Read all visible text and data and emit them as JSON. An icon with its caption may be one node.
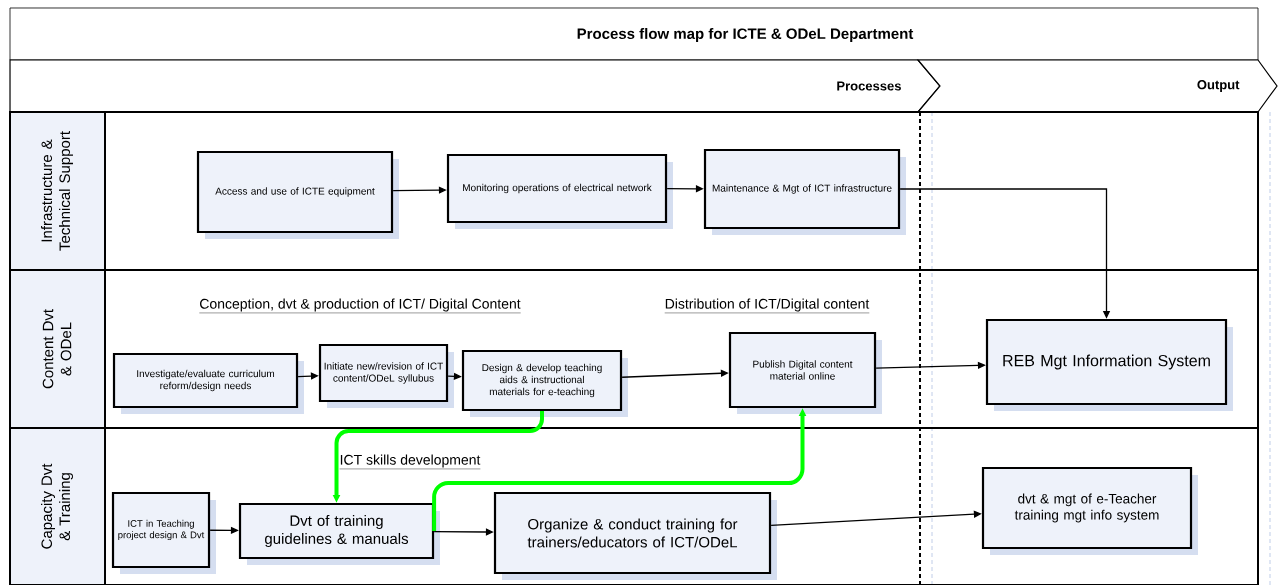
{
  "diagram": {
    "title": "Process flow map for ICTE & ODeL Department",
    "nodes": [
      {
        "text": [
          "Processes"
        ]
      },
      {
        "text": [
          "Output"
        ]
      },
      {
        "text": [
          "Infrastructure & Technical Support"
        ]
      },
      {
        "text": [
          "Access and use of ICTE equipment"
        ],
        "in": 2
      },
      {
        "text": [
          "Monitoring operations of electrical network"
        ],
        "in": 2
      },
      {
        "text": [
          "Maintenance & Mgt of ICT infrastructure"
        ],
        "in": 2
      },
      {
        "text": [
          "Content Dvt & ODeL"
        ]
      },
      {
        "text": [
          "Investigate/evaluate curriculum reform/design needs"
        ],
        "in": 6
      },
      {
        "text": [
          "Initiate new/revision of ICT content/ODeL syllubus"
        ],
        "in": 6
      },
      {
        "text": [
          "Design & develop teaching aids & instructional materials for e-teaching"
        ],
        "in": 6
      },
      {
        "text": [
          "Publish Digital content material online"
        ],
        "in": 6
      },
      {
        "text": [
          "REB Mgt Information System"
        ],
        "in": 6
      },
      {
        "text": [
          "Capacity Dvt & Training"
        ]
      },
      {
        "text": [
          "ICT in Teaching project design & Dvt"
        ],
        "in": 12
      },
      {
        "text": [
          "Dvt of training guidelines & manuals"
        ],
        "in": 12
      },
      {
        "text": [
          "Organize & conduct training for trainers/educators of ICT/ODeL"
        ],
        "in": 12
      },
      {
        "text": [
          "dvt & mgt of e-Teacher training mgt info system"
        ],
        "in": 12
      }
    ],
    "edges": [
      {
        "from": 3,
        "to": 4,
        "arrow": "to"
      },
      {
        "from": 4,
        "to": 5,
        "arrow": "to"
      },
      {
        "from": 5,
        "to": 11,
        "arrow": "to"
      },
      {
        "from": 7,
        "to": 8,
        "arrow": "to"
      },
      {
        "from": 8,
        "to": 9,
        "arrow": "to"
      },
      {
        "from": 9,
        "to": 10,
        "arrow": "to"
      },
      {
        "from": 10,
        "to": 11,
        "arrow": "to"
      },
      {
        "from": 13,
        "to": 14,
        "arrow": "to"
      },
      {
        "from": 14,
        "to": 15,
        "arrow": "to"
      },
      {
        "from": 15,
        "to": 16,
        "arrow": "to"
      },
      {
        "from": 9,
        "to": 14,
        "arrow": "to",
        "style": "thick",
        "color": "#00ff00"
      },
      {
        "from": 14,
        "to": 10,
        "arrow": "to",
        "style": "thick",
        "color": "#00ff00"
      }
    ],
    "labels": [
      "Conception, dvt & production of ICT/ Digital Content",
      "Distribution of ICT/Digital content",
      "ICT skills development"
    ]
  }
}
